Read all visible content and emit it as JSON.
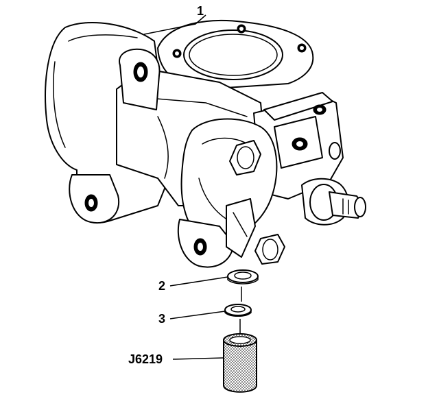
{
  "figure": {
    "callouts": [
      {
        "id": "1",
        "label": "1"
      },
      {
        "id": "2",
        "label": "2"
      },
      {
        "id": "3",
        "label": "3"
      },
      {
        "id": "tool",
        "label": "J6219"
      }
    ],
    "colors": {
      "line": "#000000",
      "background": "#ffffff",
      "stipple": "#000000"
    }
  }
}
